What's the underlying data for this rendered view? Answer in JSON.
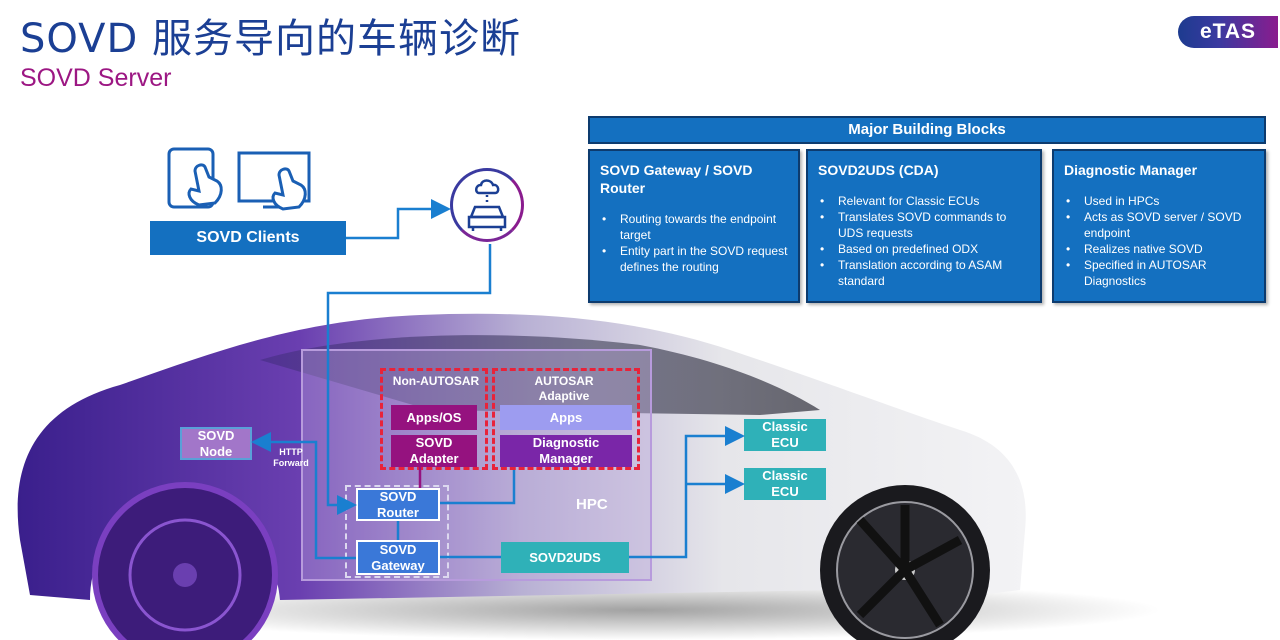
{
  "header": {
    "title": "SOVD 服务导向的车辆诊断",
    "subtitle": "SOVD Server",
    "logo_text": "eTAS"
  },
  "building_blocks": {
    "header": "Major Building Blocks",
    "blocks": [
      {
        "title": "SOVD Gateway / SOVD Router",
        "bullets": [
          "Routing towards the endpoint target",
          "Entity part in the SOVD request defines the routing"
        ]
      },
      {
        "title": "SOVD2UDS (CDA)",
        "bullets": [
          "Relevant for Classic ECUs",
          "Translates SOVD commands to UDS requests",
          "Based on predefined ODX",
          "Translation according to ASAM standard"
        ]
      },
      {
        "title": "Diagnostic Manager",
        "bullets": [
          "Used in HPCs",
          "Acts as SOVD server / SOVD endpoint",
          "Realizes native SOVD",
          "Specified in AUTOSAR Diagnostics"
        ]
      }
    ]
  },
  "clients": {
    "label": "SOVD Clients",
    "icons": [
      "tablet-touch-icon",
      "monitor-touch-icon"
    ],
    "cloud_car_icon": "cloud-connected-car-icon"
  },
  "architecture": {
    "hpc_label": "HPC",
    "non_autosar_label": "Non-AUTOSAR",
    "autosar_adaptive_label": "AUTOSAR Adaptive",
    "apps_os": "Apps/OS",
    "sovd_adapter": "SOVD Adapter",
    "apps": "Apps",
    "diagnostic_manager": "Diagnostic Manager",
    "sovd_router": "SOVD Router",
    "sovd_gateway": "SOVD Gateway",
    "sovd2uds": "SOVD2UDS",
    "sovd_node": "SOVD Node",
    "http_forward": "HTTP Forward",
    "classic_ecu_1": "Classic ECU",
    "classic_ecu_2": "Classic ECU"
  },
  "colors": {
    "title": "#1b3f94",
    "subtitle": "#9c1783",
    "block_blue": "#1470c0",
    "teal": "#2fb1b8",
    "magenta": "#95127f",
    "dashed_red": "#e8233a"
  }
}
